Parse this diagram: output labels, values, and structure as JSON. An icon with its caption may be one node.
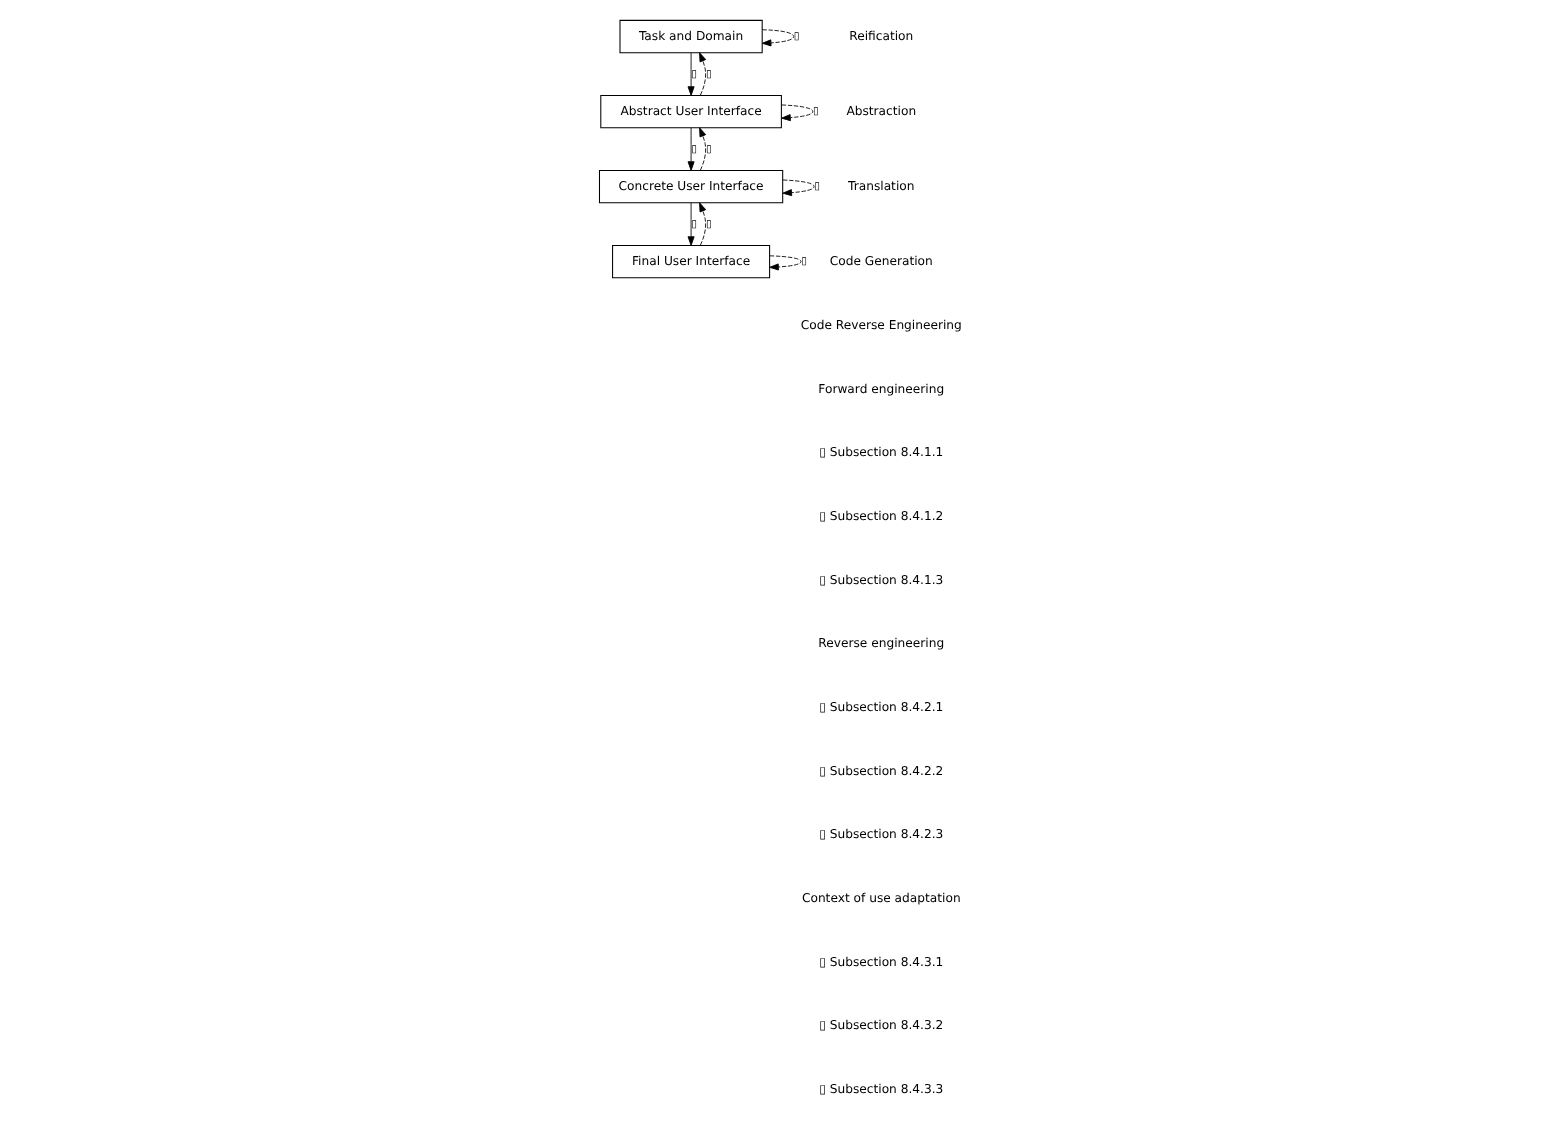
{
  "diagram": {
    "nodes": [
      {
        "text": [
          "Task and Domain"
        ]
      },
      {
        "text": [
          "Abstract User Interface"
        ]
      },
      {
        "text": [
          "Concrete User Interface"
        ]
      },
      {
        "text": [
          "Final User Interface"
        ]
      }
    ],
    "edges": [
      {
        "from": 0,
        "to": 0,
        "arrow": "to",
        "style": "dashed",
        "label": "▯"
      },
      {
        "from": 0,
        "to": 1,
        "arrow": "to",
        "label": "▯"
      },
      {
        "from": 1,
        "to": 0,
        "arrow": "to",
        "style": "dashed",
        "label": "▯"
      },
      {
        "from": 1,
        "to": 1,
        "arrow": "to",
        "style": "dashed",
        "label": "▯"
      },
      {
        "from": 1,
        "to": 2,
        "arrow": "to",
        "label": "▯"
      },
      {
        "from": 2,
        "to": 1,
        "arrow": "to",
        "style": "dashed",
        "label": "▯"
      },
      {
        "from": 2,
        "to": 2,
        "arrow": "to",
        "style": "dashed",
        "label": "▯"
      },
      {
        "from": 2,
        "to": 3,
        "arrow": "to",
        "label": "▯"
      },
      {
        "from": 3,
        "to": 2,
        "arrow": "to",
        "style": "dashed",
        "label": "▯"
      },
      {
        "from": 3,
        "to": 3,
        "arrow": "to",
        "style": "dashed",
        "label": "▯"
      }
    ],
    "labels": [
      "Forward engineering",
      "▯ Subsection 8.4.1.1",
      "▯ Subsection 8.4.1.2",
      "▯ Subsection 8.4.1.3",
      "Reverse engineering",
      "▯ Subsection 8.4.2.1",
      "▯ Subsection 8.4.2.2",
      "▯ Subsection 8.4.2.3",
      "Context of use adaptation",
      "▯ Subsection 8.4.3.1",
      "▯ Subsection 8.4.3.2",
      "▯ Subsection 8.4.3.3"
    ],
    "legend": [
      {
        "text": "Reification"
      },
      {
        "text": "Abstraction"
      },
      {
        "text": "Translation"
      },
      {
        "text": "Code Generation"
      },
      {
        "text": "Code Reverse Engineering"
      }
    ]
  }
}
